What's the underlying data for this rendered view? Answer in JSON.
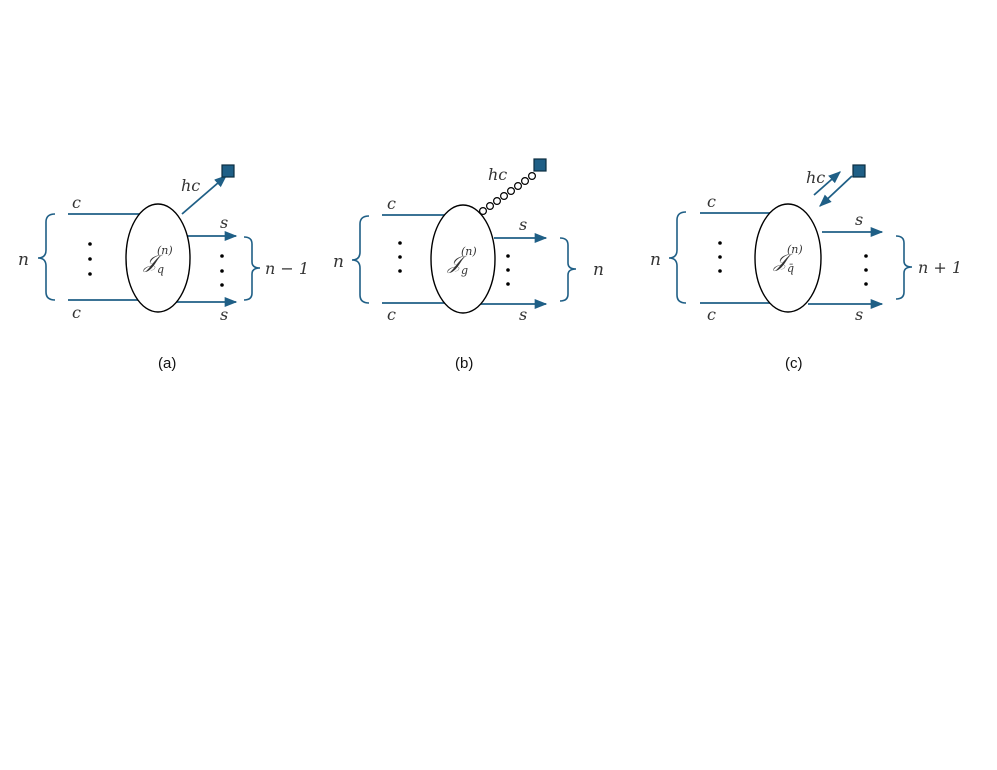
{
  "diagrams": [
    {
      "id": "a",
      "caption": "(a)",
      "left_bracket_label": "n",
      "right_bracket_label": "n − 1",
      "incoming_top_label": "c",
      "incoming_bottom_label": "c",
      "outgoing_top_label": "s",
      "outgoing_bottom_label": "s",
      "emission_label": "hc",
      "emission_type": "straight-out",
      "blob_symbol": "𝒥",
      "blob_subscript": "q",
      "blob_superscript": "(n)"
    },
    {
      "id": "b",
      "caption": "(b)",
      "left_bracket_label": "n",
      "right_bracket_label": "n",
      "incoming_top_label": "c",
      "incoming_bottom_label": "c",
      "outgoing_top_label": "s",
      "outgoing_bottom_label": "s",
      "emission_label": "hc",
      "emission_type": "gluon",
      "blob_symbol": "𝒥",
      "blob_subscript": "g",
      "blob_superscript": "(n)"
    },
    {
      "id": "c",
      "caption": "(c)",
      "left_bracket_label": "n",
      "right_bracket_label": "n + 1",
      "incoming_top_label": "c",
      "incoming_bottom_label": "c",
      "outgoing_top_label": "s",
      "outgoing_bottom_label": "s",
      "emission_label": "hc",
      "emission_type": "straight-in",
      "blob_symbol": "𝒥",
      "blob_subscript": "q̄",
      "blob_superscript": "(n)"
    }
  ],
  "colors": {
    "line": "#1f5f86",
    "square": "#1f5f86",
    "blob_outline": "#000000"
  }
}
